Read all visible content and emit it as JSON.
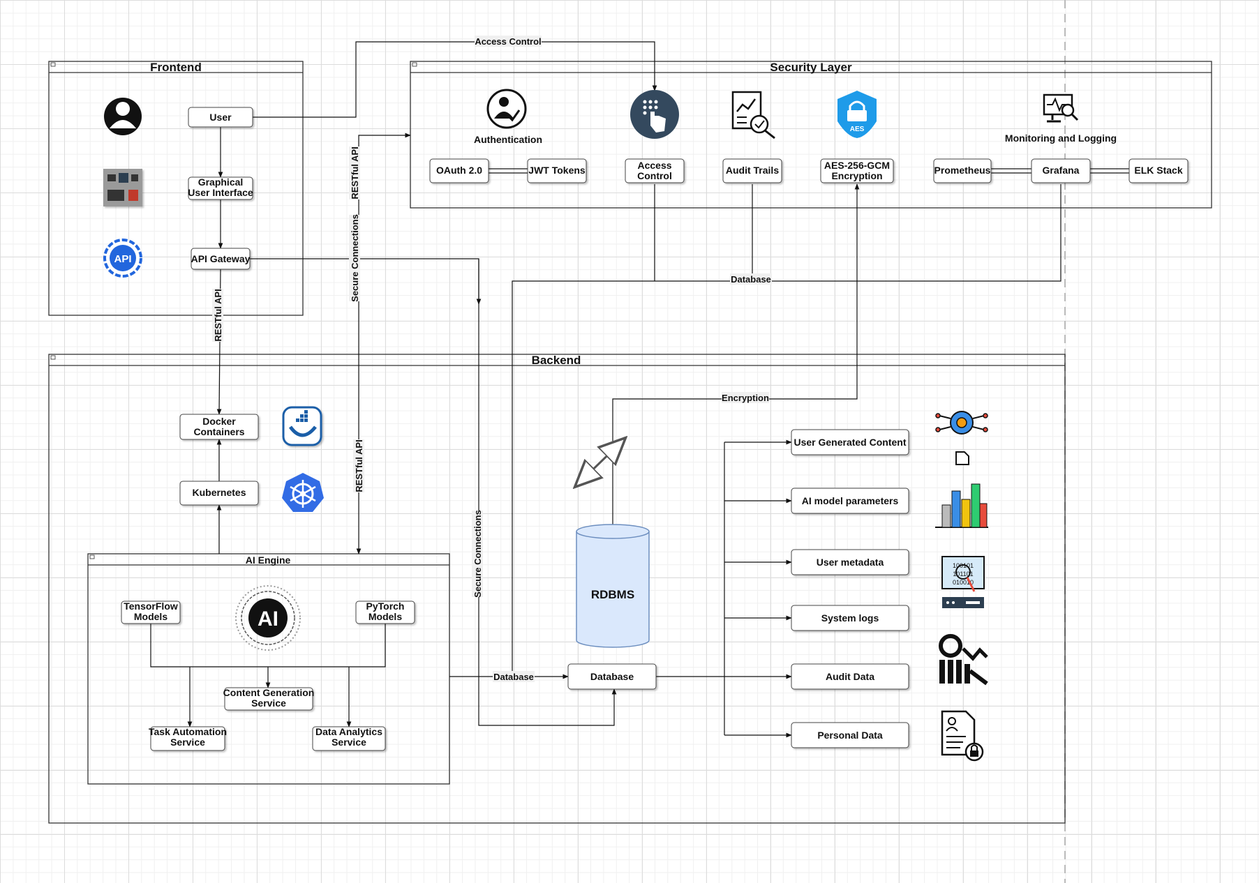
{
  "containers": {
    "frontend": "Frontend",
    "security": "Security Layer",
    "backend": "Backend",
    "ai_engine": "AI Engine"
  },
  "frontend": {
    "user": "User",
    "gui": [
      "Graphical",
      "User Interface"
    ],
    "api_gateway": "API Gateway"
  },
  "security": {
    "authentication": "Authentication",
    "oauth": "OAuth 2.0",
    "jwt": "JWT Tokens",
    "access_control": [
      "Access",
      "Control"
    ],
    "audit_trails": "Audit Trails",
    "aes": [
      "AES-256-GCM",
      "Encryption"
    ],
    "aes_badge": "AES",
    "monitoring": "Monitoring  and  Logging",
    "prometheus": "Prometheus",
    "grafana": "Grafana",
    "elk": "ELK Stack"
  },
  "backend": {
    "docker": [
      "Docker",
      "Containers"
    ],
    "kubernetes": "Kubernetes",
    "rdbms": "RDBMS",
    "database": "Database",
    "data_items": [
      "User Generated Content",
      "AI model parameters",
      "User metadata",
      "System logs",
      "Audit Data",
      "Personal Data"
    ]
  },
  "ai_engine": {
    "tensorflow": [
      "TensorFlow",
      "Models"
    ],
    "pytorch": [
      "PyTorch",
      "Models"
    ],
    "content_gen": [
      "Content Generation",
      "Service"
    ],
    "task_auto": [
      "Task Automation",
      "Service"
    ],
    "data_analytics": [
      "Data Analytics",
      "Service"
    ],
    "ai_badge": "AI"
  },
  "edge_labels": {
    "access_control": "Access Control",
    "restful_api": "RESTful API",
    "secure_connections": "Secure Connections",
    "database": "Database",
    "encryption": "Encryption"
  },
  "icons": {
    "api_badge": "API"
  },
  "colors": {
    "cylinder_fill": "#dae8fc",
    "cylinder_stroke": "#6c8ebf",
    "access_icon": "#34495e",
    "aes_blue": "#1e9be9",
    "api_blue": "#2266dd",
    "k8s_blue": "#326ce5"
  }
}
